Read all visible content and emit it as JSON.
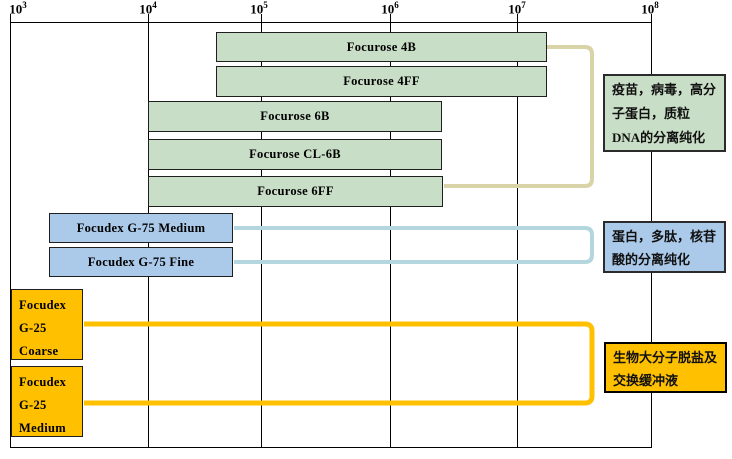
{
  "axis": {
    "ticks": [
      {
        "base": "10",
        "exp": "3"
      },
      {
        "base": "10",
        "exp": "4"
      },
      {
        "base": "10",
        "exp": "5"
      },
      {
        "base": "10",
        "exp": "6"
      },
      {
        "base": "10",
        "exp": "7"
      },
      {
        "base": "10",
        "exp": "8"
      }
    ]
  },
  "bars": {
    "focurose_4b": "Focurose 4B",
    "focurose_4ff": "Focurose 4FF",
    "focurose_6b": "Focurose 6B",
    "focurose_cl6b": "Focurose CL-6B",
    "focurose_6ff": "Focurose 6FF",
    "g75_medium": "Focudex G-75 Medium",
    "g75_fine": "Focudex G-75 Fine",
    "g25_coarse": "Focudex G-25 Coarse",
    "g25_medium": "Focudex G-25 Medium"
  },
  "annotations": {
    "high_mw": "疫苗，病毒，高分子蛋白，质粒DNA的分离纯化",
    "protein": "蛋白，多肽，核苷酸的分离纯化",
    "desalting": "生物大分子脱盐及交换缓冲液"
  },
  "colors": {
    "agarose_fill": "#c9dec6",
    "dextran_g75_fill": "#abc9e9",
    "dextran_g25_fill": "#ffc000",
    "connector_agarose": "#d9d4a7",
    "connector_g75": "#b4d6df",
    "connector_g25": "#ffc000"
  },
  "chart_data": {
    "type": "bar",
    "subtype": "horizontal-range-bars",
    "title": "",
    "xlabel": "",
    "ylabel": "",
    "x_scale": "log",
    "x_tick_labels": [
      "10^3",
      "10^4",
      "10^5",
      "10^6",
      "10^7",
      "10^8"
    ],
    "xlim": [
      1000,
      100000000
    ],
    "grid": true,
    "legend": false,
    "series": [
      {
        "label": "Focurose 4B",
        "range": [
          40000,
          16000000
        ],
        "color": "#c9dec6"
      },
      {
        "label": "Focurose 4FF",
        "range": [
          40000,
          16000000
        ],
        "color": "#c9dec6"
      },
      {
        "label": "Focurose 6B",
        "range": [
          10000,
          2500000
        ],
        "color": "#c9dec6"
      },
      {
        "label": "Focurose CL-6B",
        "range": [
          10000,
          2500000
        ],
        "color": "#c9dec6"
      },
      {
        "label": "Focurose 6FF",
        "range": [
          10000,
          2500000
        ],
        "color": "#c9dec6"
      },
      {
        "label": "Focudex G-75 Medium",
        "range": [
          2000,
          55000
        ],
        "color": "#abc9e9"
      },
      {
        "label": "Focudex G-75 Fine",
        "range": [
          2000,
          55000
        ],
        "color": "#abc9e9"
      },
      {
        "label": "Focudex G-25 Coarse",
        "range": [
          1000,
          3300
        ],
        "color": "#ffc000"
      },
      {
        "label": "Focudex G-25 Medium",
        "range": [
          1000,
          3300
        ],
        "color": "#ffc000"
      }
    ],
    "annotations": [
      {
        "text": "疫苗，病毒，高分子蛋白，质粒DNA的分离纯化",
        "applies_to": [
          "Focurose 4B",
          "Focurose 4FF",
          "Focurose 6B",
          "Focurose CL-6B",
          "Focurose 6FF"
        ]
      },
      {
        "text": "蛋白，多肽，核苷酸的分离纯化",
        "applies_to": [
          "Focudex G-75 Medium",
          "Focudex G-75 Fine"
        ]
      },
      {
        "text": "生物大分子脱盐及交换缓冲液",
        "applies_to": [
          "Focudex G-25 Coarse",
          "Focudex G-25 Medium"
        ]
      }
    ]
  }
}
